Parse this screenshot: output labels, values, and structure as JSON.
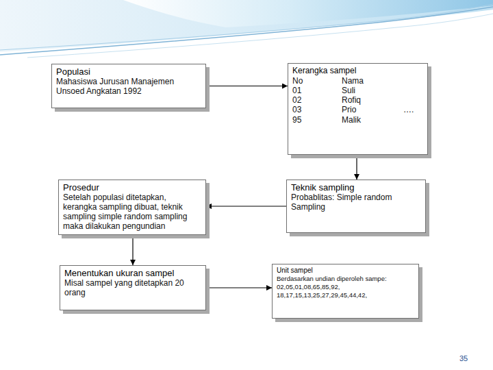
{
  "diagram": {
    "nodes": [
      {
        "text": [
          "Populasi",
          "Mahasiswa Jurusan Manajemen Unsoed Angkatan 1992"
        ]
      },
      {
        "text": [
          "Kerangka sampel",
          "No",
          "Nama",
          "01",
          "Suli",
          "02",
          "Rofiq",
          "03",
          "Prio",
          "….",
          "95",
          "Malik"
        ]
      },
      {
        "text": [
          "Prosedur",
          "Setelah populasi ditetapkan, kerangka sampling dibuat, teknik sampling simple random sampling maka dilakukan pengundian"
        ]
      },
      {
        "text": [
          "Teknik sampling",
          "Probablitas: Simple random Sampling"
        ]
      },
      {
        "text": [
          "Menentukan ukuran sampel",
          "Misal sampel yang ditetapkan 20 orang"
        ]
      },
      {
        "text": [
          "Unit sampel",
          "Berdasarkan undian diperoleh sampe: 02,05,01,08,65,85,92, 18,17,15,13,25,27,29,45,44,42,"
        ]
      }
    ],
    "edges": [
      {
        "from": 0,
        "to": 1,
        "arrow": "to"
      },
      {
        "from": 1,
        "to": 3,
        "arrow": "to"
      },
      {
        "from": 3,
        "to": 2,
        "arrow": "to"
      },
      {
        "from": 2,
        "to": 4,
        "arrow": "to"
      },
      {
        "from": 4,
        "to": 5,
        "arrow": "to"
      }
    ],
    "labels": [
      "35"
    ]
  }
}
